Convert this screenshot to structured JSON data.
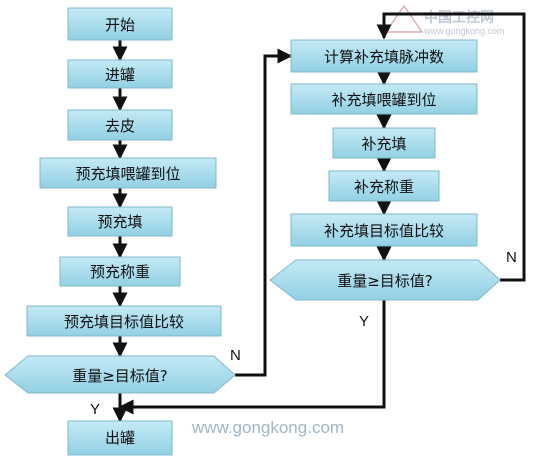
{
  "left_steps": [
    "开始",
    "进罐",
    "去皮",
    "预充填喂罐到位",
    "预充填",
    "预充称重",
    "预充填目标值比较"
  ],
  "left_decision": "重量≥目标值?",
  "left_end": "出罐",
  "right_steps": [
    "计算补充填脉冲数",
    "补充填喂罐到位",
    "补充填",
    "补充称重",
    "补充填目标值比较"
  ],
  "right_decision": "重量≥目标值?",
  "labels": {
    "n_left": "N",
    "y_left": "Y",
    "n_right": "N",
    "y_right": "Y"
  },
  "watermark": "www.gongkong.com",
  "logo": {
    "title": "中国工控网",
    "url": "www.gongkong.com"
  },
  "colors": {
    "box_fill": "#a8dcec",
    "box_stroke": "#7fb8cc",
    "arrow": "#111111"
  }
}
